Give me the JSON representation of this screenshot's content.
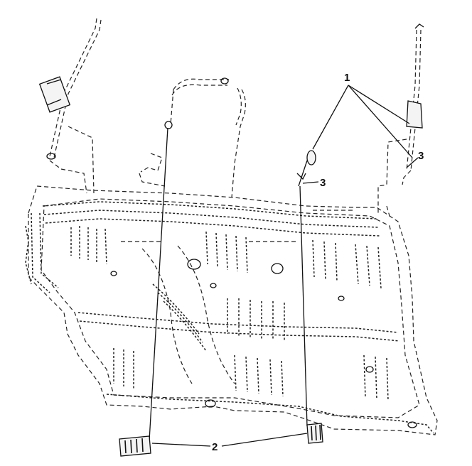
{
  "callouts": [
    {
      "id": "c1",
      "label": "1"
    },
    {
      "id": "c2",
      "label": "2"
    },
    {
      "id": "c3a",
      "label": "3"
    },
    {
      "id": "c3b",
      "label": "3"
    }
  ]
}
